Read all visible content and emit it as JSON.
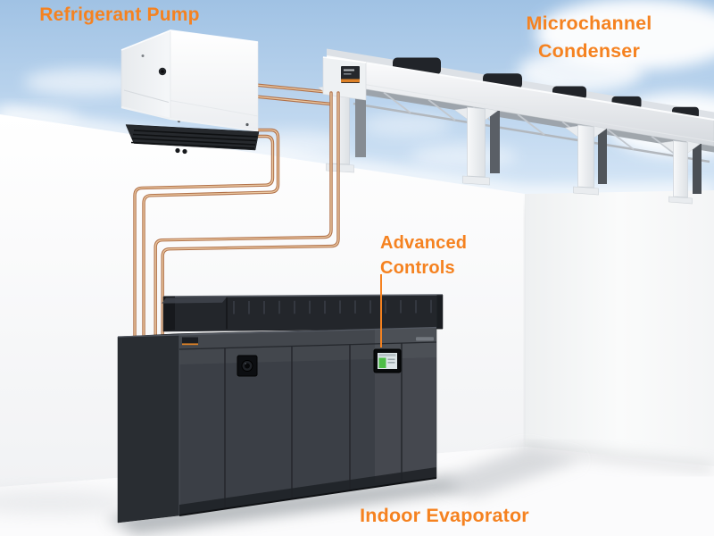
{
  "labels": {
    "refrigerant_pump": "Refrigerant Pump",
    "condenser_line1": "Microchannel",
    "condenser_line2": "Condenser",
    "controls_line1": "Advanced",
    "controls_line2": "Controls",
    "indoor_evaporator": "Indoor Evaporator"
  },
  "colors": {
    "label_orange": "#F58220",
    "pipe_copper_outer": "#B0714A",
    "pipe_copper_inner": "#ECC9A2",
    "sky_top": "#A0C2E4",
    "sky_bottom": "#E2EEFA",
    "wall_white": "#F7F8F9",
    "condenser_white": "#F2F4F6",
    "condenser_fan_dark": "#212429",
    "evaporator_dark": "#3B3F46",
    "evaporator_plenum_dark": "#23262B",
    "display_screen_green": "#4DBD47",
    "badge_orange": "#DD8127"
  }
}
